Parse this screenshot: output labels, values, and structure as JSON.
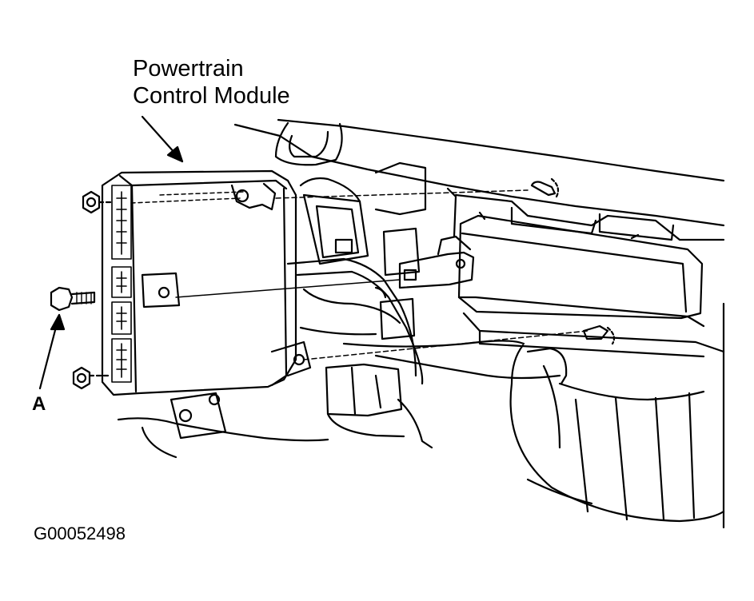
{
  "labels": {
    "module_line_1": "Powertrain",
    "module_line_2": "Control Module",
    "callout_a": "A",
    "figure_id": "G00052498"
  },
  "colors": {
    "ink": "#000000",
    "paper": "#ffffff"
  }
}
